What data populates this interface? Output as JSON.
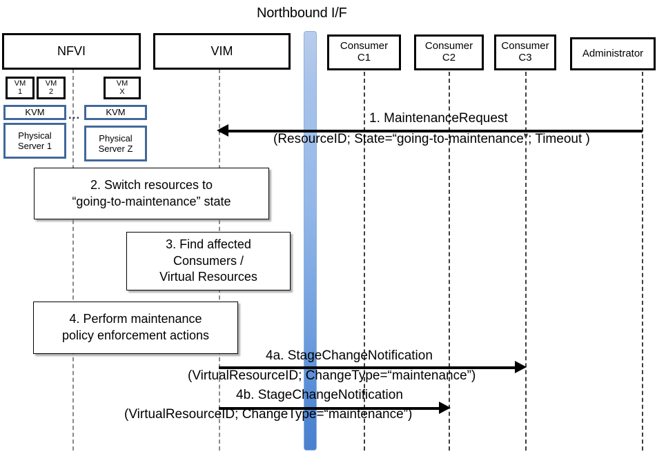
{
  "diagram": {
    "title": "Northbound I/F",
    "type": "sequence-diagram"
  },
  "lifelines": [
    {
      "id": "nfvi",
      "label": "NFVI"
    },
    {
      "id": "vim",
      "label": "VIM"
    },
    {
      "id": "c1",
      "label_line1": "Consumer",
      "label_line2": "C1"
    },
    {
      "id": "c2",
      "label_line1": "Consumer",
      "label_line2": "C2"
    },
    {
      "id": "c3",
      "label_line1": "Consumer",
      "label_line2": "C3"
    },
    {
      "id": "admin",
      "label": "Administrator"
    }
  ],
  "nfvi_internals": {
    "vms": [
      {
        "line1": "VM",
        "line2": "1"
      },
      {
        "line1": "VM",
        "line2": "2"
      },
      {
        "line1": "VM",
        "line2": "X"
      }
    ],
    "hypervisors": [
      {
        "label": "KVM"
      },
      {
        "label": "KVM"
      }
    ],
    "servers": [
      {
        "line1": "Physical",
        "line2": "Server 1"
      },
      {
        "line1": "Physical",
        "line2": "Server Z"
      }
    ],
    "ellipsis": "..."
  },
  "steps": [
    {
      "id": "step2",
      "line1": "2. Switch resources to",
      "line2": "“going-to-maintenance” state"
    },
    {
      "id": "step3",
      "line1": "3. Find affected",
      "line2": "Consumers /",
      "line3": "Virtual Resources"
    },
    {
      "id": "step4",
      "line1": "4. Perform maintenance",
      "line2": "policy enforcement actions"
    }
  ],
  "messages": [
    {
      "id": "msg1",
      "title": "1.   MaintenanceRequest",
      "params": "(ResourceID; State=“going-to-maintenance”; Timeout )",
      "from": "admin",
      "to": "vim",
      "direction": "left"
    },
    {
      "id": "msg4a",
      "title": "4a. StageChangeNotification",
      "params": "(VirtualResourceID; ChangeType=“maintenance”)",
      "from": "vim",
      "to": "c3",
      "direction": "right"
    },
    {
      "id": "msg4b",
      "title": "4b. StageChangeNotification",
      "params": "(VirtualResourceID; ChangeType=“maintenance”)",
      "from": "vim",
      "to": "c2",
      "direction": "right"
    }
  ],
  "colors": {
    "northbound_bar_top": "#b9cdeb",
    "northbound_bar_bottom": "#4a81cf",
    "infra_box_border": "#41689a",
    "actor_box_border": "#000000",
    "lifeline": "#8a8a8a"
  }
}
